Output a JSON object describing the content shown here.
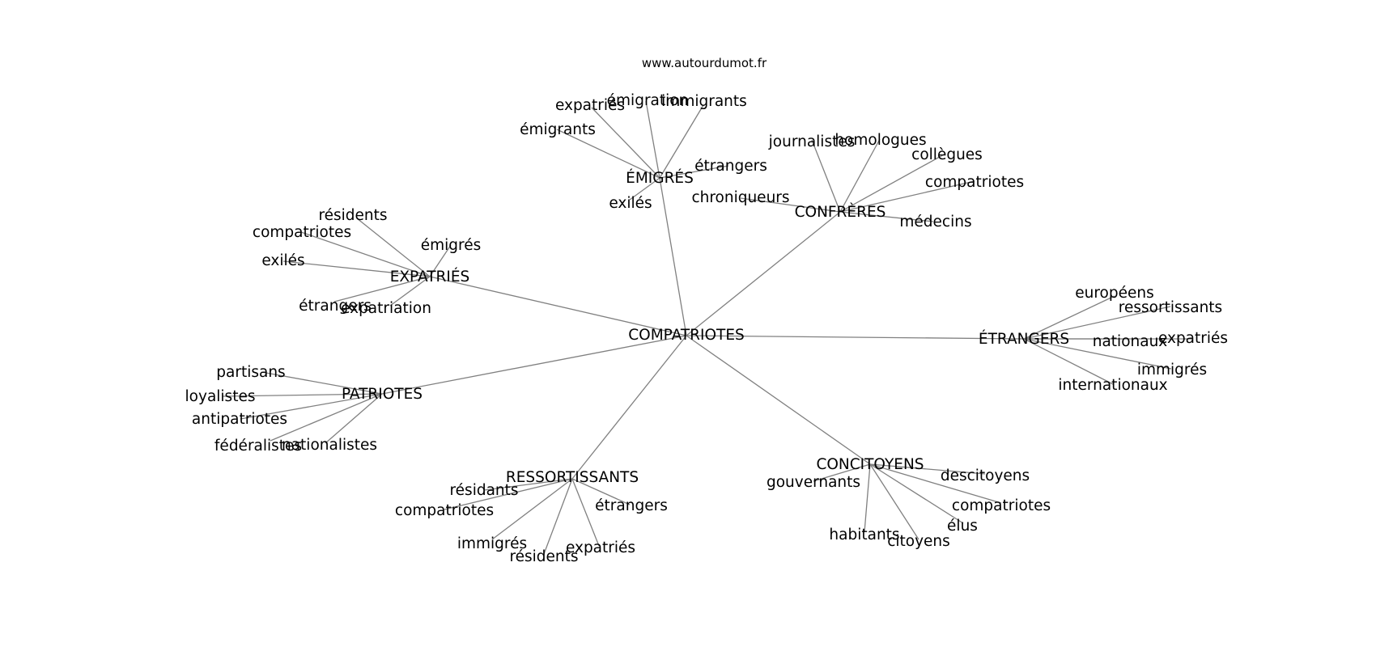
{
  "site": "www.autourdumot.fr",
  "center": "COMPATRIOTES",
  "edge_color": "#808080",
  "hubs": [
    {
      "label": "ÉMIGRÉS",
      "words": [
        "expatriés",
        "émigration",
        "immigrants",
        "émigrants",
        "exilés",
        "étrangers"
      ]
    },
    {
      "label": "CONFRÈRES",
      "words": [
        "journalistes",
        "homologues",
        "collègues",
        "compatriotes",
        "médecins",
        "chroniqueurs"
      ]
    },
    {
      "label": "EXPATRIÉS",
      "words": [
        "résidents",
        "compatriotes",
        "émigrés",
        "exilés",
        "étrangers",
        "expatriation"
      ]
    },
    {
      "label": "ÉTRANGERS",
      "words": [
        "européens",
        "ressortissants",
        "nationaux",
        "expatriés",
        "immigrés",
        "internationaux"
      ]
    },
    {
      "label": "PATRIOTES",
      "words": [
        "partisans",
        "loyalistes",
        "antipatriotes",
        "fédéralistes",
        "nationalistes"
      ]
    },
    {
      "label": "RESSORTISSANTS",
      "words": [
        "résidants",
        "compatriotes",
        "étrangers",
        "immigrés",
        "résidents",
        "expatriés"
      ]
    },
    {
      "label": "CONCITOYENS",
      "words": [
        "gouvernants",
        "descitoyens",
        "compatriotes",
        "élus",
        "habitants",
        "citoyens"
      ]
    }
  ]
}
